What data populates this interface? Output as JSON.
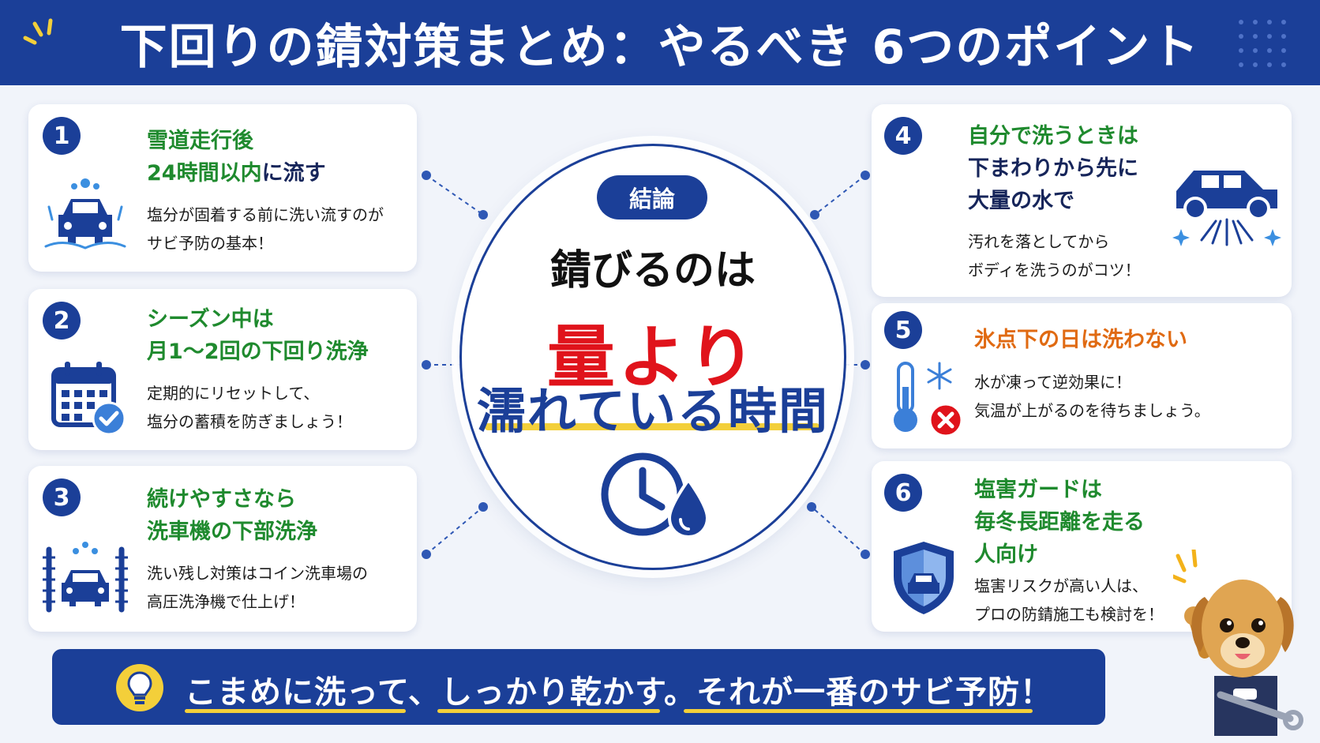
{
  "header": {
    "title": "下回りの錆対策まとめ：やるべき 6つのポイント"
  },
  "center": {
    "badge": "結論",
    "line1": "錆びるのは",
    "line2": "量より",
    "line3": "濡れている時間"
  },
  "cards": [
    {
      "num": "1",
      "title_line1": "雪道走行後",
      "title_line2_green": "24時間以内",
      "title_line2_dark": "に流す",
      "body": "塩分が固着する前に洗い流すのが\nサビ予防の基本！"
    },
    {
      "num": "2",
      "title_line1": "シーズン中は",
      "title_line2": "月1〜2回の下回り洗浄",
      "body": "定期的にリセットして、\n塩分の蓄積を防ぎましょう！"
    },
    {
      "num": "3",
      "title_line1": "続けやすさなら",
      "title_line2": "洗車機の下部洗浄",
      "body": "洗い残し対策はコイン洗車場の\n高圧洗浄機で仕上げ！"
    },
    {
      "num": "4",
      "title_line1": "自分で洗うときは",
      "title_line2": "下まわりから先に",
      "title_line3": "大量の水で",
      "body": "汚れを落としてから\nボディを洗うのがコツ！"
    },
    {
      "num": "5",
      "title_line1": "氷点下の日は洗わない",
      "body": "水が凍って逆効果に！\n気温が上がるのを待ちましょう。"
    },
    {
      "num": "6",
      "title_line1": "塩害ガードは",
      "title_line2": "毎冬長距離を走る",
      "title_line3": "人向け",
      "body": "塩害リスクが高い人は、\nプロの防錆施工も検討を！"
    }
  ],
  "footer": {
    "part1": "こまめに洗って",
    "sep1": "、",
    "part2": "しっかり乾かす",
    "sep2": "。",
    "part3": "それが一番のサビ予防！"
  },
  "colors": {
    "navy": "#1b3f98",
    "green": "#1f8a2e",
    "red": "#e0131b",
    "orange": "#e06a12",
    "yellow": "#f3cf3a",
    "background": "#f1f4fa"
  },
  "icons": {
    "card1": "car-wash-spray-icon",
    "card2": "calendar-check-icon",
    "card3": "car-wash-brush-icon",
    "card4": "car-underbody-spray-icon",
    "card5": "thermometer-snow-cross-icon",
    "card6": "shield-car-icon",
    "center": "clock-water-drop-icon",
    "footer": "light-bulb-icon",
    "mascot": "dog-mechanic-mascot"
  }
}
